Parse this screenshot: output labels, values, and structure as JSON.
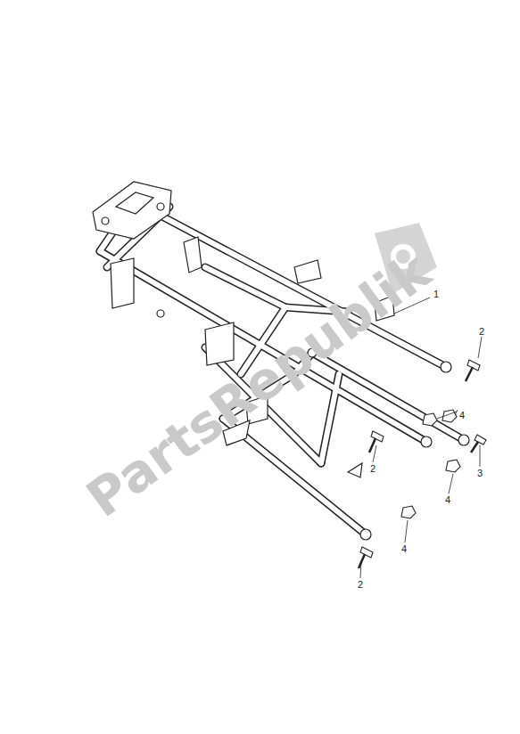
{
  "diagram": {
    "labels": [
      "1",
      "2",
      "4",
      "2",
      "3",
      "4",
      "4",
      "2",
      "PartsRepublik"
    ]
  }
}
